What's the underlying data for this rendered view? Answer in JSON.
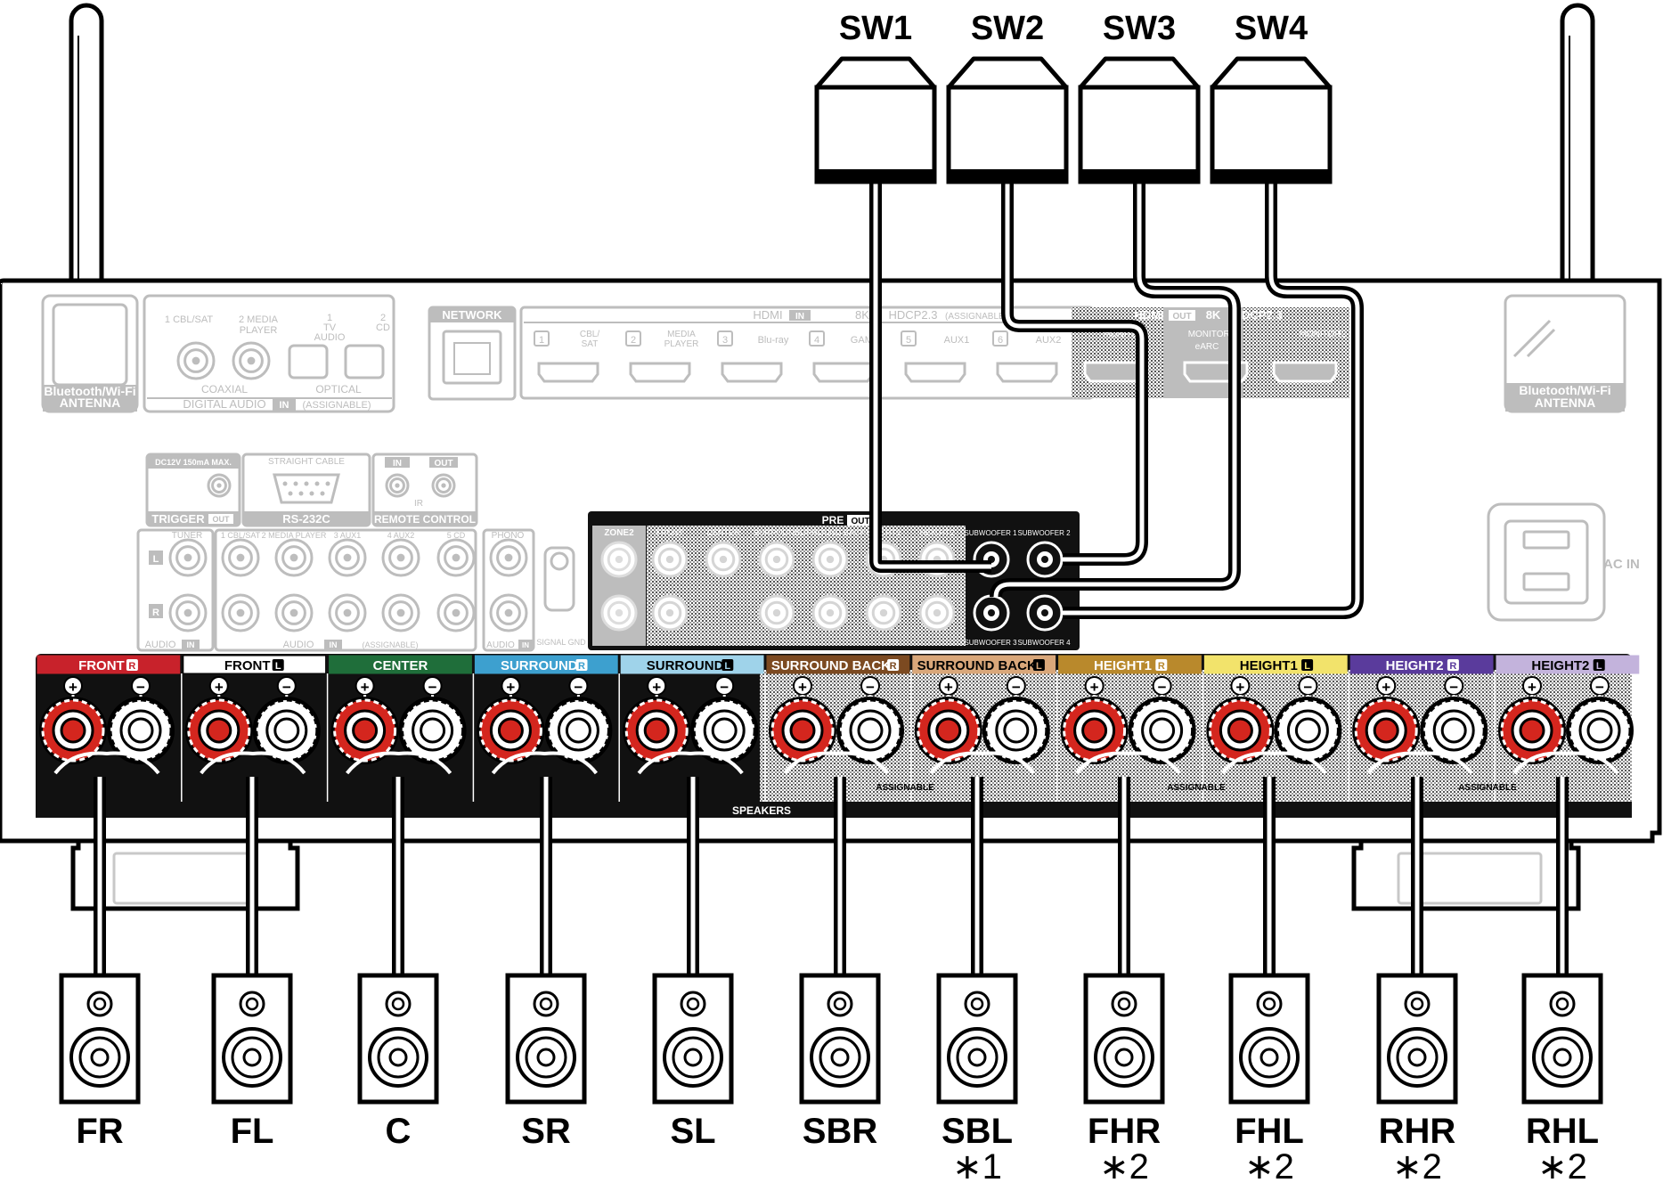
{
  "subwoofers": [
    {
      "label": "SW1"
    },
    {
      "label": "SW2"
    },
    {
      "label": "SW3"
    },
    {
      "label": "SW4"
    }
  ],
  "panel": {
    "antenna_left": [
      "Bluetooth/Wi-Fi",
      "ANTENNA"
    ],
    "antenna_right": [
      "Bluetooth/Wi-Fi",
      "ANTENNA"
    ],
    "digital_in": {
      "coax1": "1 CBL/SAT",
      "coax2": [
        "2 MEDIA",
        "PLAYER"
      ],
      "opt1": [
        "1",
        "TV",
        "AUDIO"
      ],
      "opt2": [
        "2",
        "CD"
      ],
      "coaxial": "COAXIAL",
      "optical": "OPTICAL",
      "title": "DIGITAL AUDIO",
      "in": "IN",
      "assignable": "(ASSIGNABLE)"
    },
    "network": "NETWORK",
    "hdmi_in": {
      "title": "HDMI",
      "in": "IN",
      "eightk": "8K",
      "hdcp": "HDCP2.3",
      "assignable": "(ASSIGNABLE)",
      "inputs": [
        {
          "num": "1",
          "label": "CBL/ SAT"
        },
        {
          "num": "2",
          "label": "MEDIA PLAYER"
        },
        {
          "num": "3",
          "label": "Blu-ray"
        },
        {
          "num": "4",
          "label": "GAME"
        },
        {
          "num": "5",
          "label": "AUX1"
        },
        {
          "num": "6",
          "label": "AUX2"
        }
      ]
    },
    "hdmi_out": {
      "title": "HDMI",
      "out": "OUT",
      "eightk": "8K",
      "hdcp": "HDCP2.3",
      "monitor1": "MONITOR1",
      "arc": "eARC",
      "monitor2": "MONITOR2"
    },
    "trigger": {
      "spec": "DC12V 150mA MAX.",
      "title": "TRIGGER",
      "out": "OUT"
    },
    "rs232c": {
      "top": "STRAIGHT CABLE",
      "title": "RS-232C"
    },
    "remote": {
      "in": "IN",
      "out": "OUT",
      "ir": "IR",
      "title": "REMOTE CONTROL"
    },
    "audio_in": {
      "tuner": "TUNER",
      "cols": [
        "1 CBL/SAT",
        "2 MEDIA PLAYER",
        "3 AUX1",
        "4 AUX2",
        "5 CD"
      ],
      "phono": "PHONO",
      "l": "L",
      "r": "R",
      "audio": "AUDIO",
      "in": "IN",
      "assignable": "(ASSIGNABLE)",
      "signal_gnd": "SIGNAL GND"
    },
    "pre_out": {
      "title": "PRE",
      "out": "OUT",
      "zone2": "ZONE2",
      "channels": [
        "FRONT",
        "CENTER",
        "SURROUND",
        "SURROUND BACK",
        "HEIGHT1",
        "HEIGHT2"
      ],
      "sw_top": [
        "SUBWOOFER 1",
        "SUBWOOFER 2"
      ],
      "sw_bottom": [
        "SUBWOOFER 3",
        "SUBWOOFER 4"
      ]
    },
    "ac_in": "AC IN",
    "speakers_title": "SPEAKERS",
    "assignable": "ASSIGNABLE",
    "plus": "+",
    "minus": "−"
  },
  "terminals": [
    {
      "name": "FRONT",
      "side": "R",
      "color": "#c8222b",
      "text": "#ffffff"
    },
    {
      "name": "FRONT",
      "side": "L",
      "color": "#ffffff",
      "text": "#000000"
    },
    {
      "name": "CENTER",
      "side": "",
      "color": "#1f6e3a",
      "text": "#ffffff"
    },
    {
      "name": "SURROUND",
      "side": "R",
      "color": "#3da0cf",
      "text": "#ffffff"
    },
    {
      "name": "SURROUND",
      "side": "L",
      "color": "#9fd3ea",
      "text": "#000000"
    },
    {
      "name": "SURROUND BACK",
      "side": "R",
      "color": "#7c4a21",
      "text": "#ffffff"
    },
    {
      "name": "SURROUND BACK",
      "side": "L",
      "color": "#d9a77a",
      "text": "#000000"
    },
    {
      "name": "HEIGHT1",
      "side": "R",
      "color": "#b9892c",
      "text": "#ffffff"
    },
    {
      "name": "HEIGHT1",
      "side": "L",
      "color": "#f2e36b",
      "text": "#000000"
    },
    {
      "name": "HEIGHT2",
      "side": "R",
      "color": "#5a3b9c",
      "text": "#ffffff"
    },
    {
      "name": "HEIGHT2",
      "side": "L",
      "color": "#c3b3dc",
      "text": "#000000"
    }
  ],
  "speakers": [
    {
      "label": "FR",
      "note": ""
    },
    {
      "label": "FL",
      "note": ""
    },
    {
      "label": "C",
      "note": ""
    },
    {
      "label": "SR",
      "note": ""
    },
    {
      "label": "SL",
      "note": ""
    },
    {
      "label": "SBR",
      "note": ""
    },
    {
      "label": "SBL",
      "note": "∗1"
    },
    {
      "label": "FHR",
      "note": "∗2"
    },
    {
      "label": "FHL",
      "note": "∗2"
    },
    {
      "label": "RHR",
      "note": "∗2"
    },
    {
      "label": "RHL",
      "note": "∗2"
    }
  ]
}
